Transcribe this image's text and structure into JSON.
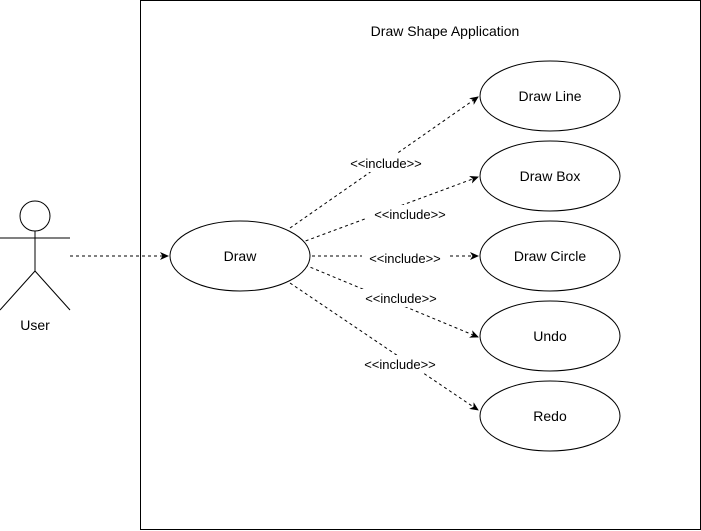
{
  "system": {
    "title": "Draw Shape Application"
  },
  "actor": {
    "name": "User"
  },
  "use_cases": {
    "draw": "Draw",
    "draw_line": "Draw Line",
    "draw_box": "Draw Box",
    "draw_circle": "Draw Circle",
    "undo": "Undo",
    "redo": "Redo"
  },
  "relations": {
    "include_1": "<<include>>",
    "include_2": "<<include>>",
    "include_3": "<<include>>",
    "include_4": "<<include>>",
    "include_5": "<<include>>"
  }
}
